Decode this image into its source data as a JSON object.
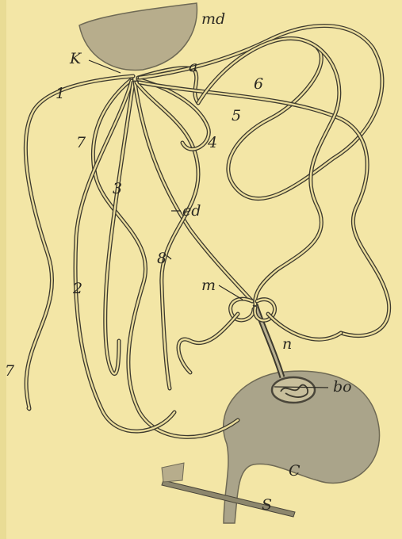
{
  "labels": {
    "md": "md",
    "k": "K",
    "a": "a",
    "n1": "1",
    "n6": "6",
    "n5": "5",
    "n7a": "7",
    "n4": "4",
    "n3": "3",
    "ed": "ed",
    "n8": "8",
    "n2": "2",
    "m": "m",
    "n7b": "7",
    "n": "n",
    "bo": "bo",
    "c": "C",
    "s": "S"
  }
}
